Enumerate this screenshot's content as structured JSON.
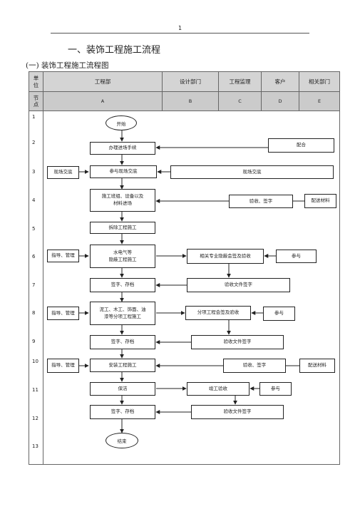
{
  "page_number": "1",
  "heading": "一、装饰工程施工流程",
  "subheading": "(一) 装饰工程施工流程图",
  "header": {
    "unit_label": "单\n位",
    "node_label": "节\n点",
    "departments": [
      "工程部",
      "设计部门",
      "工程监理",
      "客户",
      "相关部门"
    ],
    "letters": [
      "A",
      "B",
      "C",
      "D",
      "E"
    ]
  },
  "row_numbers": [
    "1",
    "2",
    "3",
    "4",
    "5",
    "6",
    "7",
    "8",
    "9",
    "10",
    "11",
    "12",
    "13"
  ],
  "nodes": {
    "start": "开始",
    "entry_procedures": "办理进场手续",
    "cooperate": "配合",
    "site_handover_left": "现场交底",
    "join_site_handover": "参与现场交底",
    "site_handover_right": "现场交底",
    "construction_team": "施工班组、设备以及\n材料进场",
    "acceptance_sign_1": "验收、签字",
    "supply_material_1": "配送材料",
    "demolition": "拆除工程施工",
    "guide_manage_1": "指导、管理",
    "plumbing_electric": "水电气等\n隐蔽工程施工",
    "hidden_acceptance": "相关专业隐蔽会签及验收",
    "participate_1": "参与",
    "sign_archive_1": "签字、存档",
    "acceptance_doc_1": "验收文件签字",
    "guide_manage_2": "指导、管理",
    "sub_works": "泥工、木工、饰面、油\n漆等分项工程施工",
    "sub_acceptance": "分项工程会签及验收",
    "participate_2": "参与",
    "sign_archive_2": "签字、存档",
    "acceptance_doc_2": "验收文件签字",
    "guide_manage_3": "指导、管理",
    "installation": "安装工程施工",
    "acceptance_sign_2": "验收、签字",
    "supply_material_2": "配送材料",
    "cleaning": "保洁",
    "completion_acceptance": "竣工验收",
    "participate_3": "参与",
    "sign_archive_3": "签字、存档",
    "acceptance_doc_3": "验收文件签字",
    "end": "结束"
  }
}
